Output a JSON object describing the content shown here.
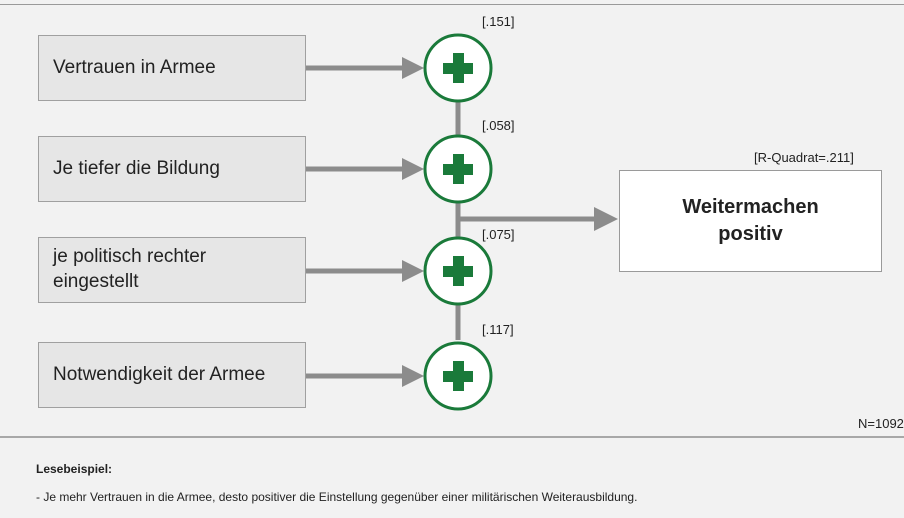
{
  "predictors": [
    {
      "label": "Vertrauen in Armee",
      "coef": "[.151]"
    },
    {
      "label": "Je tiefer die Bildung",
      "coef": "[.058]"
    },
    {
      "label": "je politisch rechter eingestellt",
      "coef": "[.075]"
    },
    {
      "label": "Notwendigkeit der Armee",
      "coef": "[.117]"
    }
  ],
  "outcome": {
    "label": "Weitermachen positiv",
    "r_squared": "[R-Quadrat=.211]"
  },
  "sample_size": "N=1092",
  "reading_example": {
    "title": "Lesebeispiel:",
    "text": "- Je mehr Vertrauen in die Armee, desto positiver die Einstellung gegenüber einer militärischen Weiterausbildung."
  },
  "colors": {
    "plus_green": "#1a7a3a",
    "connector_grey": "#8c8c8c"
  },
  "icons": {
    "node": "plus-icon"
  }
}
